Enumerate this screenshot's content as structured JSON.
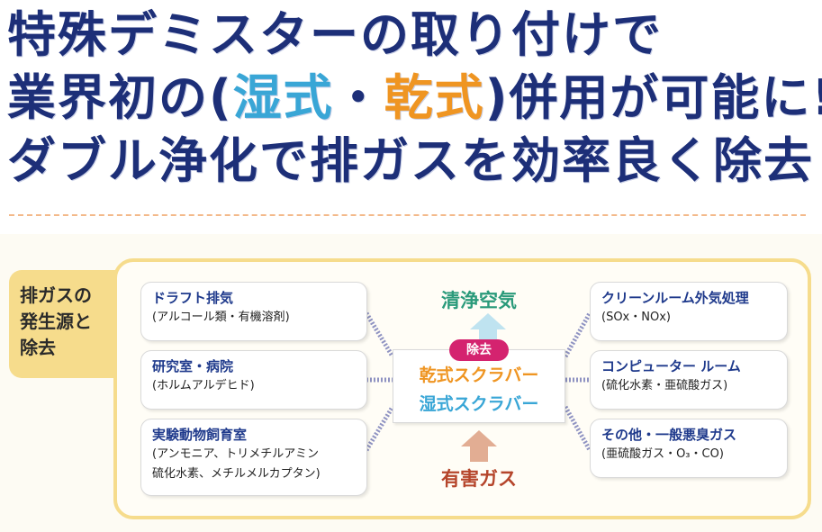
{
  "headline": {
    "line1": "特殊デミスターの取り付けで",
    "line2_before": "業界初の(",
    "line2_wet": "湿式",
    "line2_dot": "・",
    "line2_dry": "乾式",
    "line2_after": ")併用が可能に!",
    "line3": "ダブル浄化で排ガスを効率良く除去"
  },
  "side_label": {
    "line1": "排ガスの",
    "line2": "発生源と",
    "line3": "除去"
  },
  "sources_left": [
    {
      "title": "ドラフト排気",
      "sub1": "(アルコール類・有機溶剤)"
    },
    {
      "title": "研究室・病院",
      "sub1": "(ホルムアルデヒド)"
    },
    {
      "title": "実験動物飼育室",
      "sub1": "(アンモニア、トリメチルアミン",
      "sub2": "硫化水素、メチルメルカプタン)"
    }
  ],
  "sources_right": [
    {
      "title": "クリーンルーム外気処理",
      "sub1": "(SOx・NOx)"
    },
    {
      "title": "コンピューター ルーム",
      "sub1": "(硫化水素・亜硫酸ガス)"
    },
    {
      "title": "その他・一般悪臭ガス",
      "sub1": "(亜硫酸ガス・O₃・CO)"
    }
  ],
  "center": {
    "badge": "除去",
    "dry": "乾式スクラバー",
    "wet": "湿式スクラバー",
    "top": "清浄空気",
    "bottom": "有害ガス"
  },
  "colors": {
    "navy": "#1d2f78",
    "wet_blue": "#39a6d6",
    "dry_orange": "#ef9522",
    "badge_magenta": "#d4236f",
    "clean_green": "#2a9a7a",
    "harmful_red": "#b5452b",
    "tab_yellow": "#f6dc8c"
  }
}
